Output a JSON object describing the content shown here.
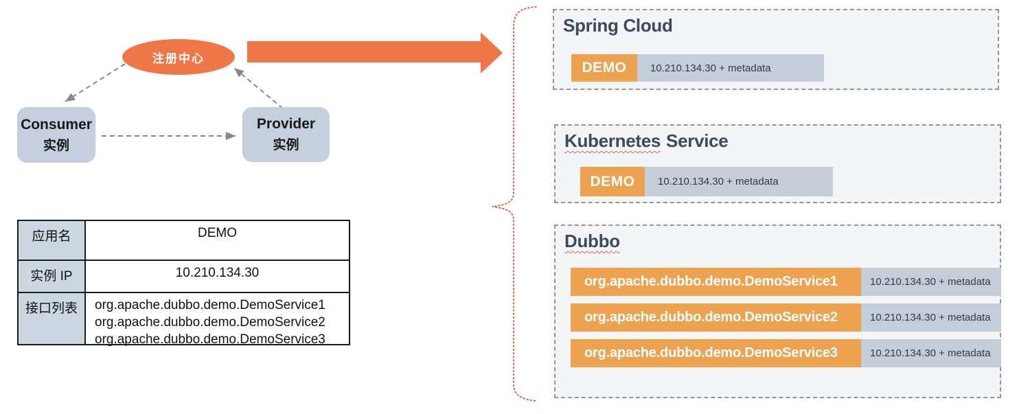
{
  "diagram": {
    "registry": {
      "label": "注册中心"
    },
    "consumer": {
      "title": "Consumer",
      "subtitle": "实例"
    },
    "provider": {
      "title": "Provider",
      "subtitle": "实例"
    }
  },
  "info_table": {
    "rows": [
      {
        "label": "应用名",
        "value": "DEMO"
      },
      {
        "label": "实例 IP",
        "value": "10.210.134.30"
      },
      {
        "label": "接口列表",
        "values": [
          "org.apache.dubbo.demo.DemoService1",
          "org.apache.dubbo.demo.DemoService2",
          "org.apache.dubbo.demo.DemoService3"
        ]
      }
    ]
  },
  "panels": {
    "spring_cloud": {
      "title": "Spring Cloud",
      "badge": "DEMO",
      "metadata": "10.210.134.30 + metadata"
    },
    "kubernetes": {
      "title_word": "Kubernetes",
      "title_rest": "Service",
      "badge": "DEMO",
      "metadata": "10.210.134.30 + metadata"
    },
    "dubbo": {
      "title": "Dubbo",
      "rows": [
        {
          "service": "org.apache.dubbo.demo.DemoService1",
          "metadata": "10.210.134.30 + metadata"
        },
        {
          "service": "org.apache.dubbo.demo.DemoService2",
          "metadata": "10.210.134.30 + metadata"
        },
        {
          "service": "org.apache.dubbo.demo.DemoService3",
          "metadata": "10.210.134.30 + metadata"
        }
      ]
    }
  },
  "colors": {
    "accent_orange": "#EF7747",
    "badge_orange": "#EDA24F",
    "bar_gray": "#C5CED8",
    "node_gray": "#C5CFDD",
    "table_label_bg": "#CDD7E2",
    "panel_bg": "#F4F5F6",
    "panel_border": "#8F959B",
    "title_slate": "#3D4A5B",
    "brace_orange": "#DD5A35",
    "connector_gray": "#85898D"
  }
}
